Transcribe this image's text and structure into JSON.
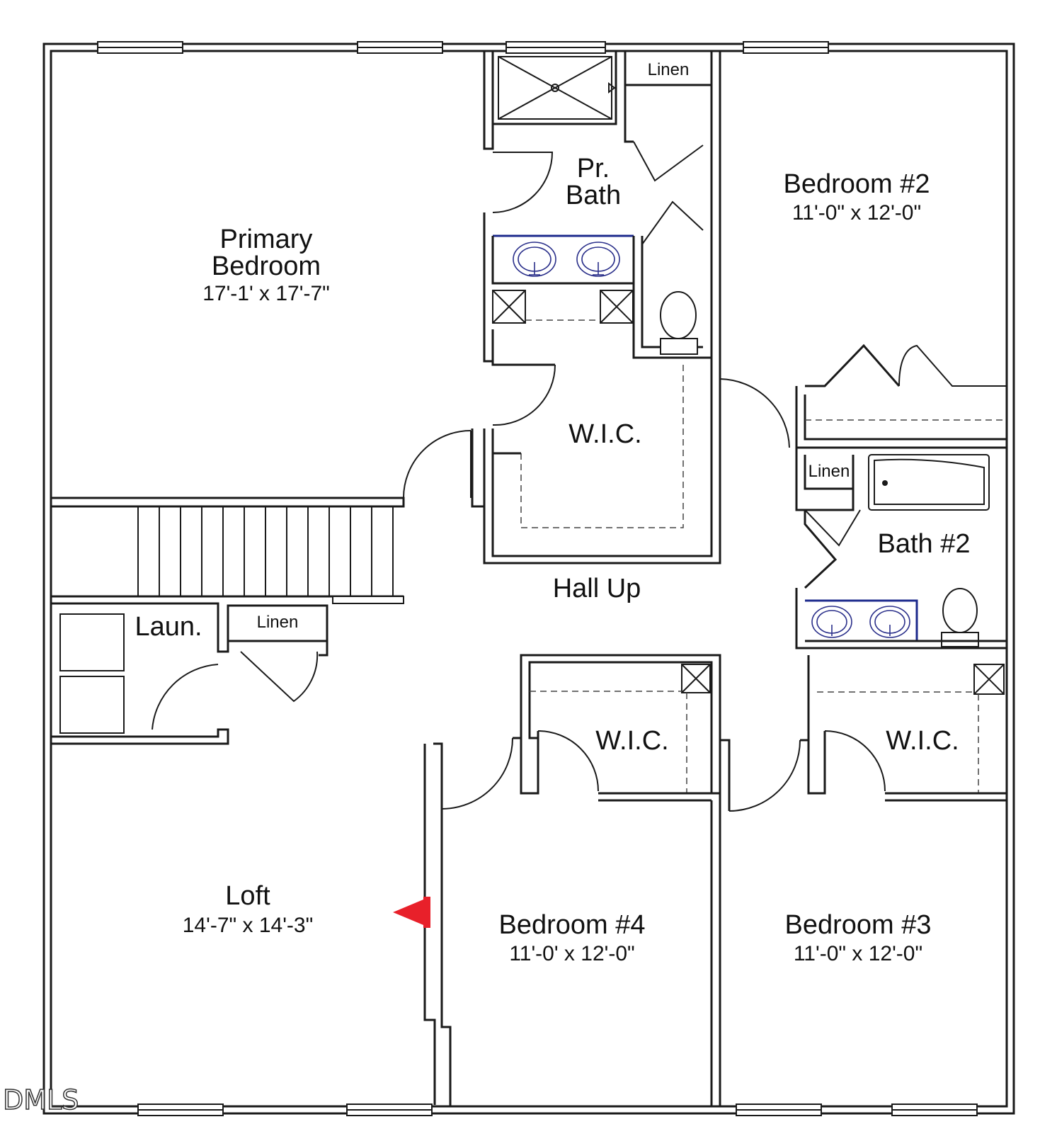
{
  "rooms": {
    "primary": {
      "name_line1": "Primary",
      "name_line2": "Bedroom",
      "dims": "17'-1' x 17'-7\""
    },
    "pr_bath": {
      "name_line1": "Pr.",
      "name_line2": "Bath"
    },
    "linen_top": "Linen",
    "bedroom2": {
      "name": "Bedroom #2",
      "dims": "11'-0\" x 12'-0\""
    },
    "wic_primary": "W.I.C.",
    "linen_bath2": "Linen",
    "bath2": "Bath #2",
    "hall": "Hall Up",
    "laundry": "Laun.",
    "linen_hall": "Linen",
    "wic_bed4": "W.I.C.",
    "wic_bed3": "W.I.C.",
    "loft": {
      "name": "Loft",
      "dims": "14'-7\" x 14'-3\""
    },
    "bedroom4": {
      "name": "Bedroom #4",
      "dims": "11'-0' x 12'-0\""
    },
    "bedroom3": {
      "name": "Bedroom #3",
      "dims": "11'-0\" x 12'-0\""
    }
  },
  "watermark": "DMLS",
  "colors": {
    "wall": "#1a1a1a",
    "counter": "#1c2a8c",
    "attic_marker": "#e8202a"
  }
}
